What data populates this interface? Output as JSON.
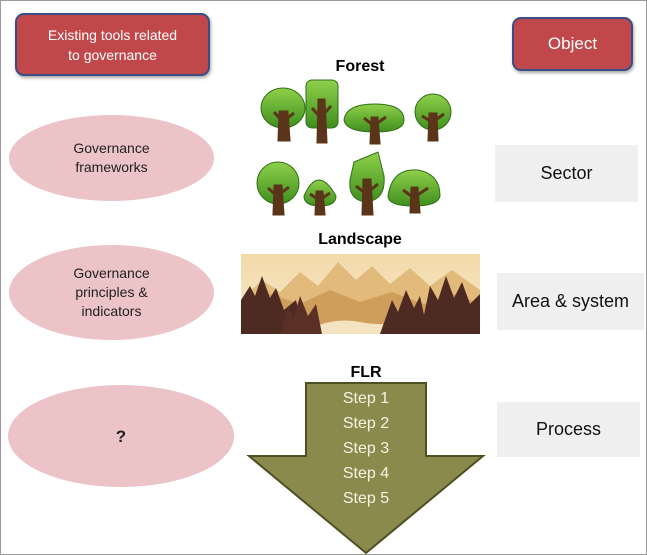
{
  "header": {
    "left_label_line1": "Existing tools related",
    "left_label_line2": "to governance",
    "right_label": "Object"
  },
  "rows": {
    "forest": {
      "heading": "Forest",
      "tool_line1": "Governance",
      "tool_line2": "frameworks",
      "object": "Sector"
    },
    "landscape": {
      "heading": "Landscape",
      "tool_line1": "Governance",
      "tool_line2": "principles  &",
      "tool_line3": "indicators",
      "object": "Area & system"
    },
    "flr": {
      "heading": "FLR",
      "tool": "?",
      "object": "Process",
      "steps": [
        "Step 1",
        "Step 2",
        "Step 3",
        "Step 4",
        "Step 5"
      ]
    }
  },
  "colors": {
    "header_box": "#c1484a",
    "header_border": "#3a4e85",
    "ellipse": "#ecc3c6",
    "object_box": "#efefef",
    "arrow": "#8a8a4c",
    "tree_green": "#6ab52e",
    "trunk": "#5a3519"
  }
}
